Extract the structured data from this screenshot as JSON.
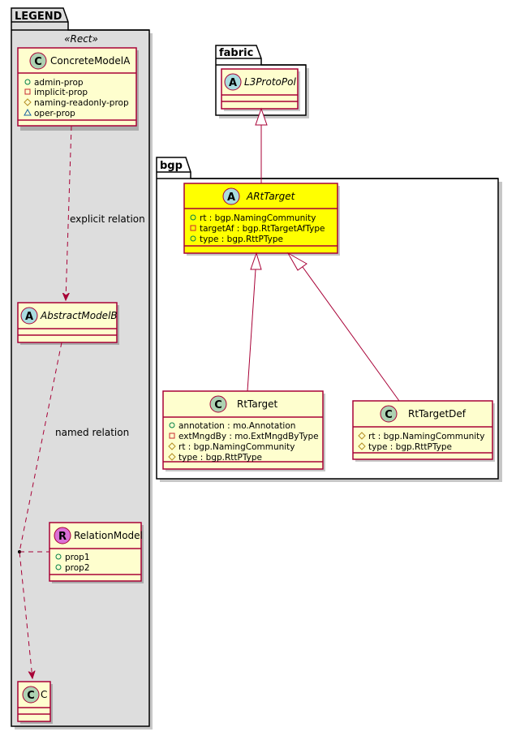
{
  "colors": {
    "class_fill": "#fefece",
    "class_border": "#a80036",
    "highlight_fill": "#ffff00",
    "legend_fill": "#dddddd",
    "class_badge": "#add1b2",
    "abstract_badge": "#a9dcdf",
    "relation_badge": "#da70d6",
    "vis_public": "#038048",
    "vis_private": "#c82930",
    "vis_protected": "#b38d22",
    "vis_package": "#1963a0"
  },
  "legend": {
    "package_name": "LEGEND",
    "stereotype": "«Rect»",
    "concrete_class": {
      "badge": "C",
      "name": "ConcreteModelA",
      "attributes": [
        {
          "visibility": "public",
          "text": "admin-prop"
        },
        {
          "visibility": "private",
          "text": "implicit-prop"
        },
        {
          "visibility": "protected",
          "text": "naming-readonly-prop"
        },
        {
          "visibility": "package",
          "text": "oper-prop"
        }
      ]
    },
    "explicit_relation_label": "explicit relation",
    "abstract_class": {
      "badge": "A",
      "name": "AbstractModelB"
    },
    "named_relation_label": "named relation",
    "relation_class": {
      "badge": "R",
      "name": "RelationModel",
      "attributes": [
        {
          "visibility": "public",
          "text": "prop1"
        },
        {
          "visibility": "public",
          "text": "prop2"
        }
      ]
    },
    "target_class": {
      "badge": "C",
      "name": "C"
    }
  },
  "fabric": {
    "package_name": "fabric",
    "classes": [
      {
        "badge": "A",
        "name": "L3ProtoPol",
        "abstract": true
      }
    ]
  },
  "bgp": {
    "package_name": "bgp",
    "artarget": {
      "badge": "A",
      "name": "ARtTarget",
      "attributes": [
        {
          "visibility": "public",
          "text": "rt : bgp.NamingCommunity"
        },
        {
          "visibility": "private",
          "text": "targetAf : bgp.RtTargetAfType"
        },
        {
          "visibility": "public",
          "text": "type : bgp.RttPType"
        }
      ]
    },
    "rttarget": {
      "badge": "C",
      "name": "RtTarget",
      "attributes": [
        {
          "visibility": "public",
          "text": "annotation : mo.Annotation"
        },
        {
          "visibility": "private",
          "text": "extMngdBy : mo.ExtMngdByType"
        },
        {
          "visibility": "protected",
          "text": "rt : bgp.NamingCommunity"
        },
        {
          "visibility": "protected",
          "text": "type : bgp.RttPType"
        }
      ]
    },
    "rttargetdef": {
      "badge": "C",
      "name": "RtTargetDef",
      "attributes": [
        {
          "visibility": "protected",
          "text": "rt : bgp.NamingCommunity"
        },
        {
          "visibility": "protected",
          "text": "type : bgp.RttPType"
        }
      ]
    }
  }
}
